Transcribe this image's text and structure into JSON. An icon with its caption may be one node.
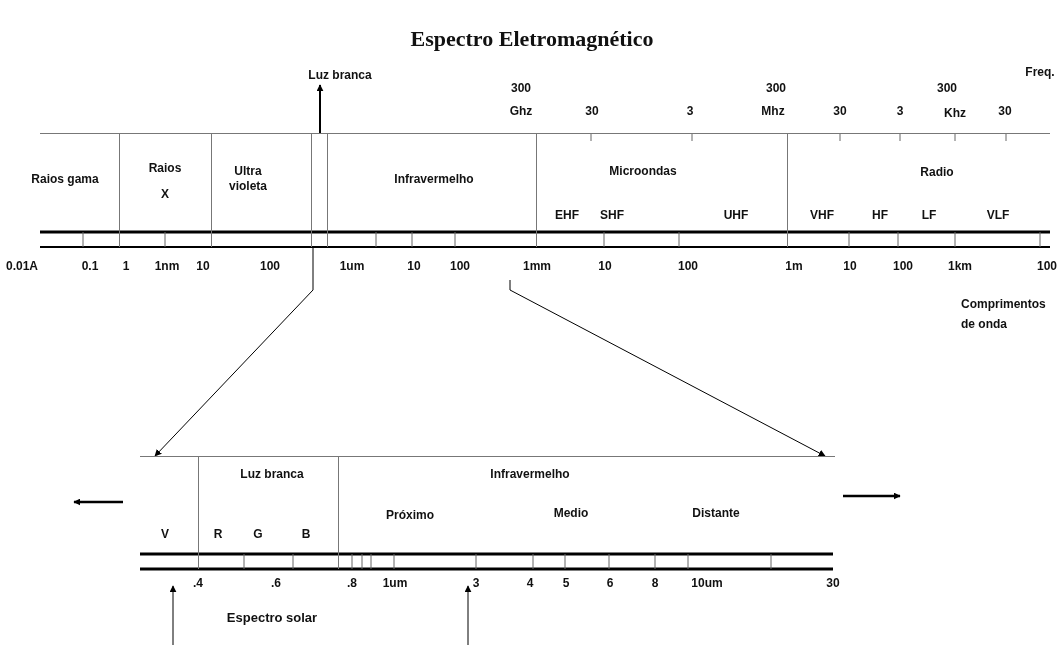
{
  "diagram": {
    "title": "Espectro Eletromagnético",
    "nodes": [
      {
        "text": [
          "Luz branca"
        ]
      },
      {
        "text": [
          "Raios gama"
        ]
      },
      {
        "text": [
          "Raios X"
        ]
      },
      {
        "text": [
          "Ultra violeta"
        ]
      },
      {
        "text": [],
        "shape": "box"
      },
      {
        "text": [
          "Infravermelho"
        ]
      },
      {
        "text": [
          "Microondas",
          "EHF",
          "SHF",
          "UHF"
        ]
      },
      {
        "text": [
          "Radio",
          "VHF",
          "HF",
          "LF",
          "VLF"
        ]
      },
      {
        "text": [
          "V"
        ]
      },
      {
        "text": [
          "Luz branca",
          "R",
          "G",
          "B"
        ]
      },
      {
        "text": [
          "Infravermelho",
          "Próximo",
          "Medio",
          "Distante"
        ]
      }
    ],
    "edges": [
      {
        "from": 4,
        "to": 0,
        "arrow": "to"
      },
      {
        "from": 4,
        "to": 8,
        "arrow": "to"
      },
      {
        "from": null,
        "to": 10,
        "arrow": "to"
      }
    ],
    "labels": [
      "Freq.",
      "300",
      "300",
      "300",
      "Ghz",
      "30",
      "3",
      "Mhz",
      "30",
      "3",
      "Khz",
      "30",
      "0.01A",
      "0.1",
      "1",
      "1nm",
      "10",
      "100",
      "1um",
      "10",
      "100",
      "1mm",
      "10",
      "100",
      "1m",
      "10",
      "100",
      "1km",
      "100",
      "Comprimentos de onda",
      ".4",
      ".6",
      ".8",
      "1um",
      "3",
      "4",
      "5",
      "6",
      "8",
      "10um",
      "30",
      "Espectro solar"
    ]
  }
}
